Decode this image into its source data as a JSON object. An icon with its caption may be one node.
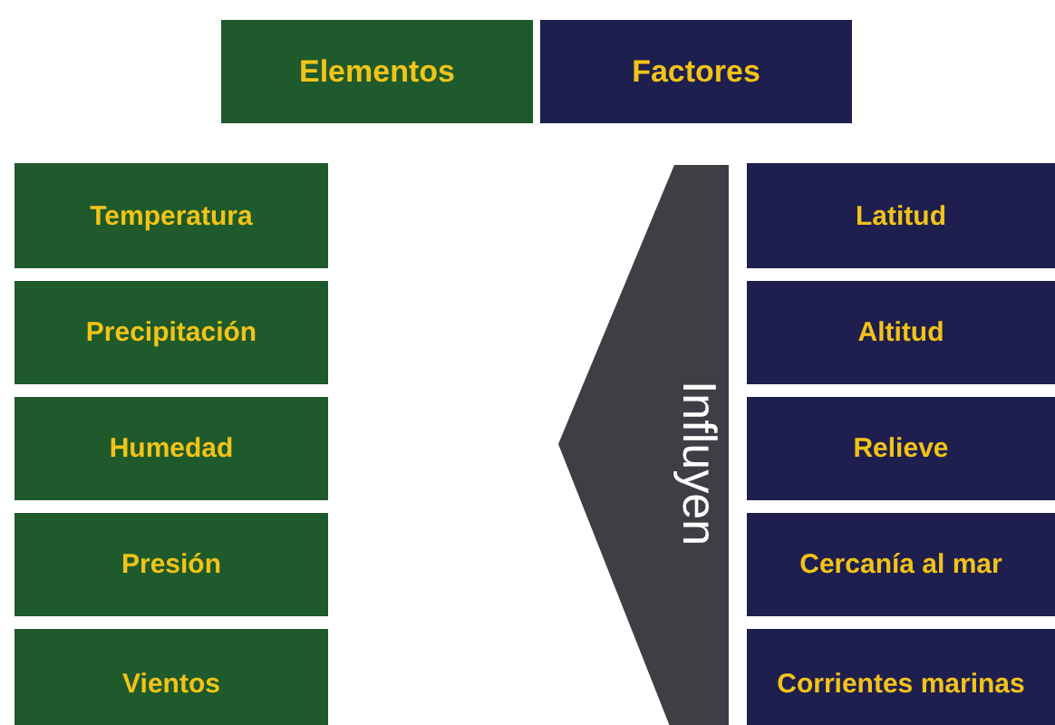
{
  "diagram": {
    "nodes": [
      {
        "text": [
          "Elementos"
        ]
      },
      {
        "text": [
          "Factores"
        ]
      },
      {
        "text": [
          "Temperatura"
        ]
      },
      {
        "text": [
          "Precipitación"
        ]
      },
      {
        "text": [
          "Humedad"
        ]
      },
      {
        "text": [
          "Presión"
        ]
      },
      {
        "text": [
          "Vientos"
        ]
      },
      {
        "text": [
          "Influyen"
        ]
      },
      {
        "text": [
          "Latitud"
        ]
      },
      {
        "text": [
          "Altitud"
        ]
      },
      {
        "text": [
          "Relieve"
        ]
      },
      {
        "text": [
          "Cercanía al mar"
        ]
      },
      {
        "text": [
          "Corrientes marinas"
        ]
      }
    ]
  }
}
